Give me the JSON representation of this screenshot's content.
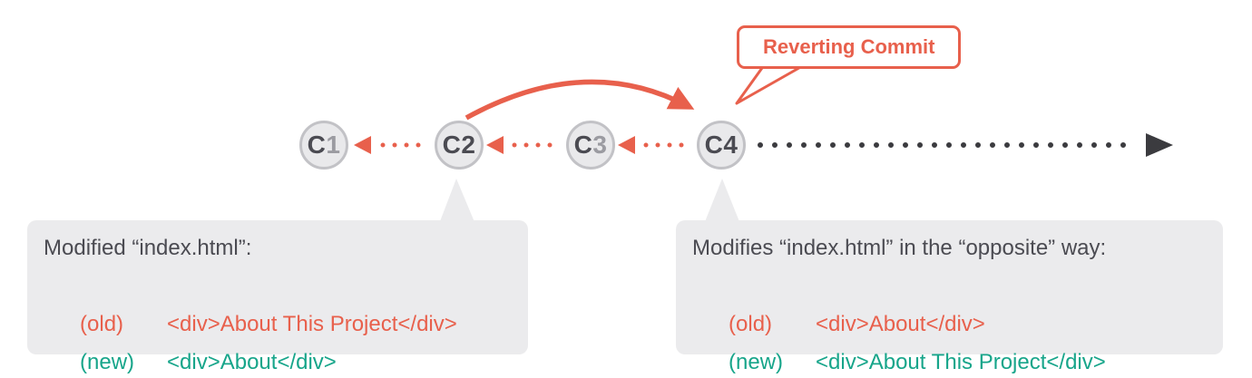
{
  "colors": {
    "accent_red": "#e8604c",
    "accent_green": "#17a58a",
    "dark_gray": "#4b4b52",
    "dim_gray": "#9b9ba1",
    "box_gray": "#ebebed",
    "arrow_black": "#3b3b3f"
  },
  "bubble": {
    "label": "Reverting Commit"
  },
  "commits": [
    {
      "prefix": "C",
      "number": "1",
      "emphasis": false
    },
    {
      "prefix": "C",
      "number": "2",
      "emphasis": true
    },
    {
      "prefix": "C",
      "number": "3",
      "emphasis": false
    },
    {
      "prefix": "C",
      "number": "4",
      "emphasis": true
    }
  ],
  "callouts": [
    {
      "title": "Modified “index.html”:",
      "lines": [
        {
          "label": "(old)",
          "code": "<div>About This Project</div>",
          "kind": "old"
        },
        {
          "label": "(new)",
          "code": "<div>About</div>",
          "kind": "new"
        }
      ]
    },
    {
      "title": "Modifies “index.html” in the “opposite” way:",
      "lines": [
        {
          "label": "(old)",
          "code": "<div>About</div>",
          "kind": "old"
        },
        {
          "label": "(new)",
          "code": "<div>About This Project</div>",
          "kind": "new"
        }
      ]
    }
  ]
}
